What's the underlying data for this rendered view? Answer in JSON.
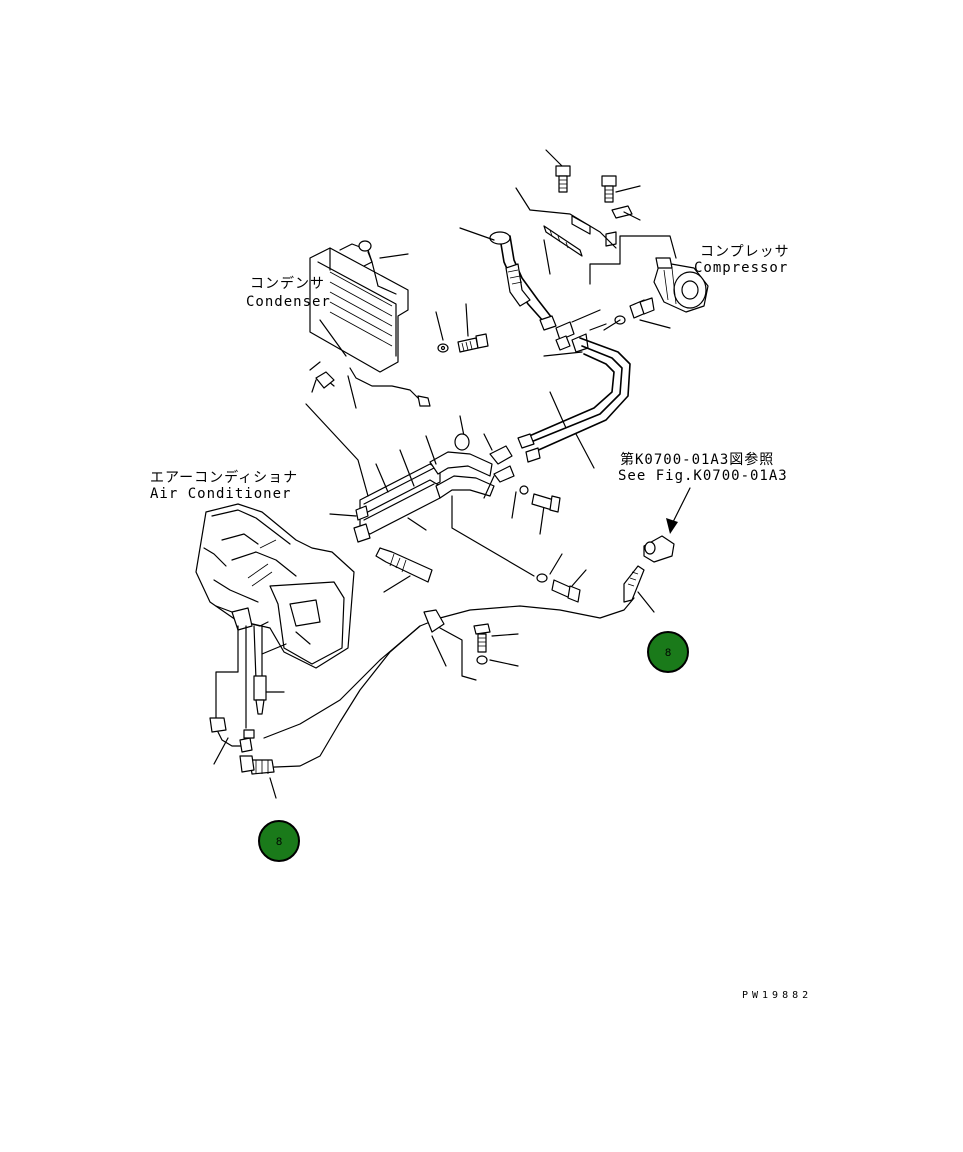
{
  "labels": {
    "condenser_jp": "コンデンサ",
    "condenser_en": "Condenser",
    "compressor_jp": "コンプレッサ",
    "compressor_en": "Compressor",
    "aircon_jp": "エアーコンディショナ",
    "aircon_en": "Air Conditioner",
    "ref_jp": "第K0700-01A3図参照",
    "ref_en": "See Fig.K0700-01A3"
  },
  "badges": [
    {
      "text": "8"
    },
    {
      "text": "8"
    }
  ],
  "drawing_code": "PW19882",
  "colors": {
    "line": "#000000",
    "badge_fill": "#1a7a1a",
    "badge_ring": "#000000",
    "background": "#ffffff"
  }
}
